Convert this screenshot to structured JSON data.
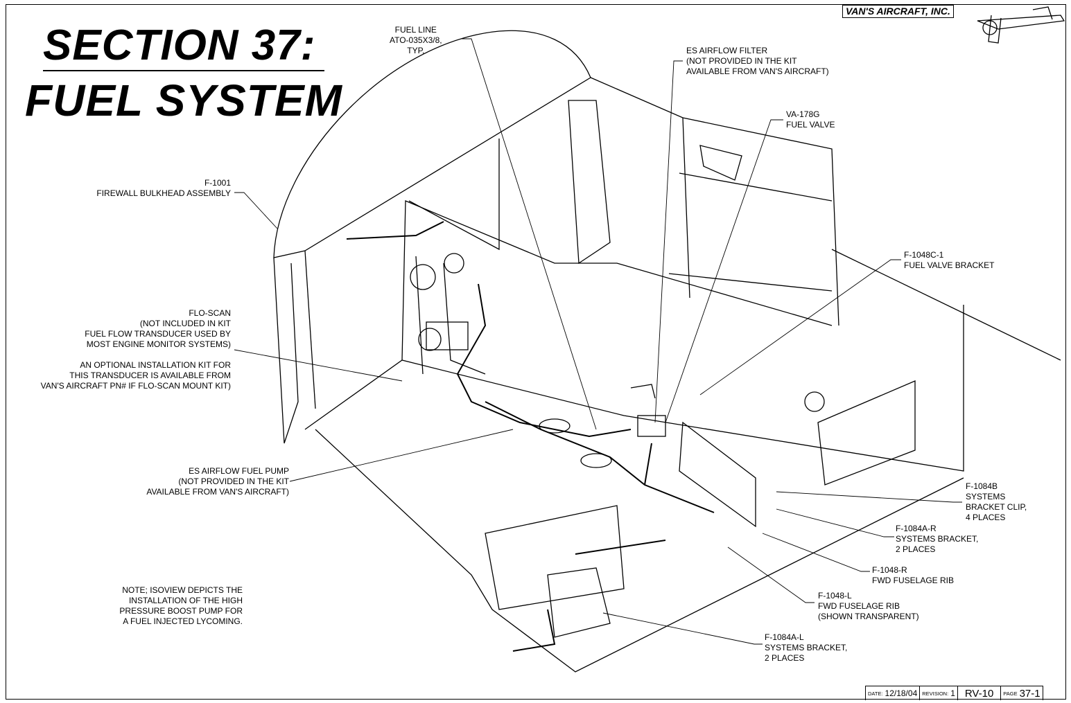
{
  "title": {
    "line1": "SECTION 37:",
    "line2": "FUEL SYSTEM"
  },
  "company": "VAN'S AIRCRAFT, INC.",
  "labels": {
    "fuel_line": [
      "FUEL LINE",
      "ATO-035X3/8,",
      "TYP,"
    ],
    "es_filter": [
      "ES AIRFLOW FILTER",
      "(NOT PROVIDED IN THE KIT",
      "AVAILABLE FROM VAN'S AIRCRAFT)"
    ],
    "fuel_valve": [
      "VA-178G",
      "FUEL VALVE"
    ],
    "firewall": [
      "F-1001",
      "FIREWALL BULKHEAD ASSEMBLY"
    ],
    "valve_bracket": [
      "F-1048C-1",
      "FUEL VALVE BRACKET"
    ],
    "floscan": [
      "FLO-SCAN",
      "(NOT INCLUDED IN KIT",
      "FUEL FLOW TRANSDUCER USED BY",
      "MOST ENGINE MONITOR SYSTEMS)",
      "",
      "AN OPTIONAL INSTALLATION KIT FOR",
      "THIS TRANSDUCER IS AVAILABLE FROM",
      "VAN'S AIRCRAFT PN# IF FLO-SCAN MOUNT KIT)"
    ],
    "fuel_pump": [
      "ES AIRFLOW FUEL PUMP",
      "(NOT PROVIDED IN THE KIT",
      "AVAILABLE FROM VAN'S AIRCRAFT)"
    ],
    "f1084b": [
      "F-1084B",
      "SYSTEMS",
      "BRACKET CLIP,",
      "4 PLACES"
    ],
    "f1084ar": [
      "F-1084A-R",
      "SYSTEMS BRACKET,",
      "2 PLACES"
    ],
    "f1048r": [
      "F-1048-R",
      "FWD FUSELAGE RIB"
    ],
    "f1048l": [
      "F-1048-L",
      "FWD FUSELAGE RIB",
      "(SHOWN TRANSPARENT)"
    ],
    "note": [
      "NOTE; ISOVIEW DEPICTS THE",
      "INSTALLATION OF THE HIGH",
      "PRESSURE BOOST PUMP FOR",
      "A FUEL INJECTED LYCOMING."
    ],
    "f1084al": [
      "F-1084A-L",
      "SYSTEMS BRACKET,",
      "2 PLACES"
    ]
  },
  "title_block": {
    "date_label": "DATE:",
    "date": "12/18/04",
    "revision_label": "REVISION:",
    "revision": "1",
    "model": "RV-10",
    "page_label": "PAGE",
    "page": "37-1"
  }
}
